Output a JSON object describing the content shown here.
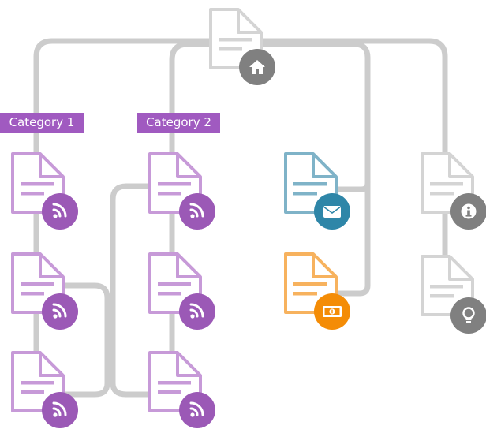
{
  "categories": [
    {
      "label": "Category 1"
    },
    {
      "label": "Category 2"
    }
  ],
  "nodes": [
    {
      "id": "home",
      "name": "home-page",
      "color": "#d4d4d4",
      "badge_color": "#808080",
      "icon": "home-icon"
    },
    {
      "id": "c1a",
      "name": "category-1-page-1",
      "color": "#c79ad8",
      "badge_color": "#9b59b6",
      "icon": "rss-icon"
    },
    {
      "id": "c1b",
      "name": "category-1-page-2",
      "color": "#c79ad8",
      "badge_color": "#9b59b6",
      "icon": "rss-icon"
    },
    {
      "id": "c1c",
      "name": "category-1-page-3",
      "color": "#c79ad8",
      "badge_color": "#9b59b6",
      "icon": "rss-icon"
    },
    {
      "id": "c2a",
      "name": "category-2-page-1",
      "color": "#c79ad8",
      "badge_color": "#9b59b6",
      "icon": "rss-icon"
    },
    {
      "id": "c2b",
      "name": "category-2-page-2",
      "color": "#c79ad8",
      "badge_color": "#9b59b6",
      "icon": "rss-icon"
    },
    {
      "id": "c2c",
      "name": "category-2-page-3",
      "color": "#c79ad8",
      "badge_color": "#9b59b6",
      "icon": "rss-icon"
    },
    {
      "id": "contact",
      "name": "contact-page",
      "color": "#7fb3c8",
      "badge_color": "#2e86a8",
      "icon": "envelope-icon"
    },
    {
      "id": "money",
      "name": "pricing-page",
      "color": "#f7b25e",
      "badge_color": "#f48c06",
      "icon": "money-icon"
    },
    {
      "id": "info",
      "name": "info-page",
      "color": "#d4d4d4",
      "badge_color": "#808080",
      "icon": "info-icon"
    },
    {
      "id": "idea",
      "name": "idea-page",
      "color": "#d4d4d4",
      "badge_color": "#808080",
      "icon": "lightbulb-icon"
    }
  ],
  "connector_color": "#cccccc"
}
